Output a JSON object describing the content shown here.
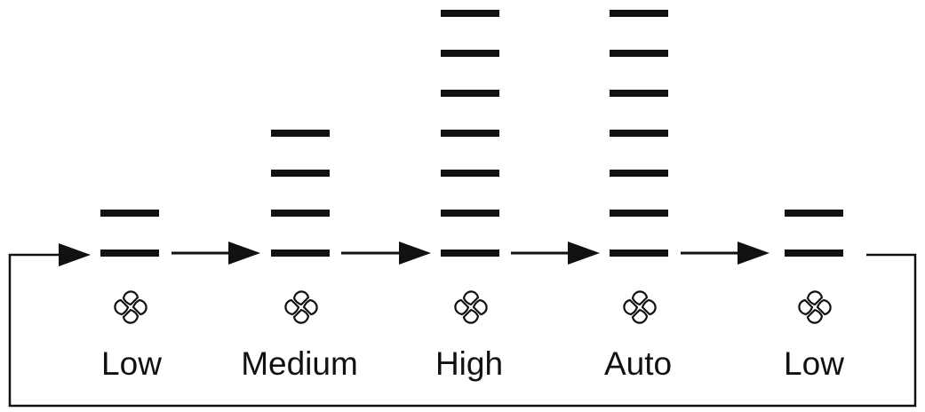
{
  "diagram": {
    "stroke_color": "#111111",
    "background": "#ffffff",
    "loop_returns_to_first": true,
    "modes": [
      {
        "label": "Low",
        "bars": 2,
        "icon": "fan-icon"
      },
      {
        "label": "Medium",
        "bars": 4,
        "icon": "fan-icon"
      },
      {
        "label": "High",
        "bars": 7,
        "icon": "fan-icon"
      },
      {
        "label": "Auto",
        "bars": 7,
        "icon": "fan-icon"
      },
      {
        "label": "Low",
        "bars": 2,
        "icon": "fan-icon"
      }
    ]
  }
}
